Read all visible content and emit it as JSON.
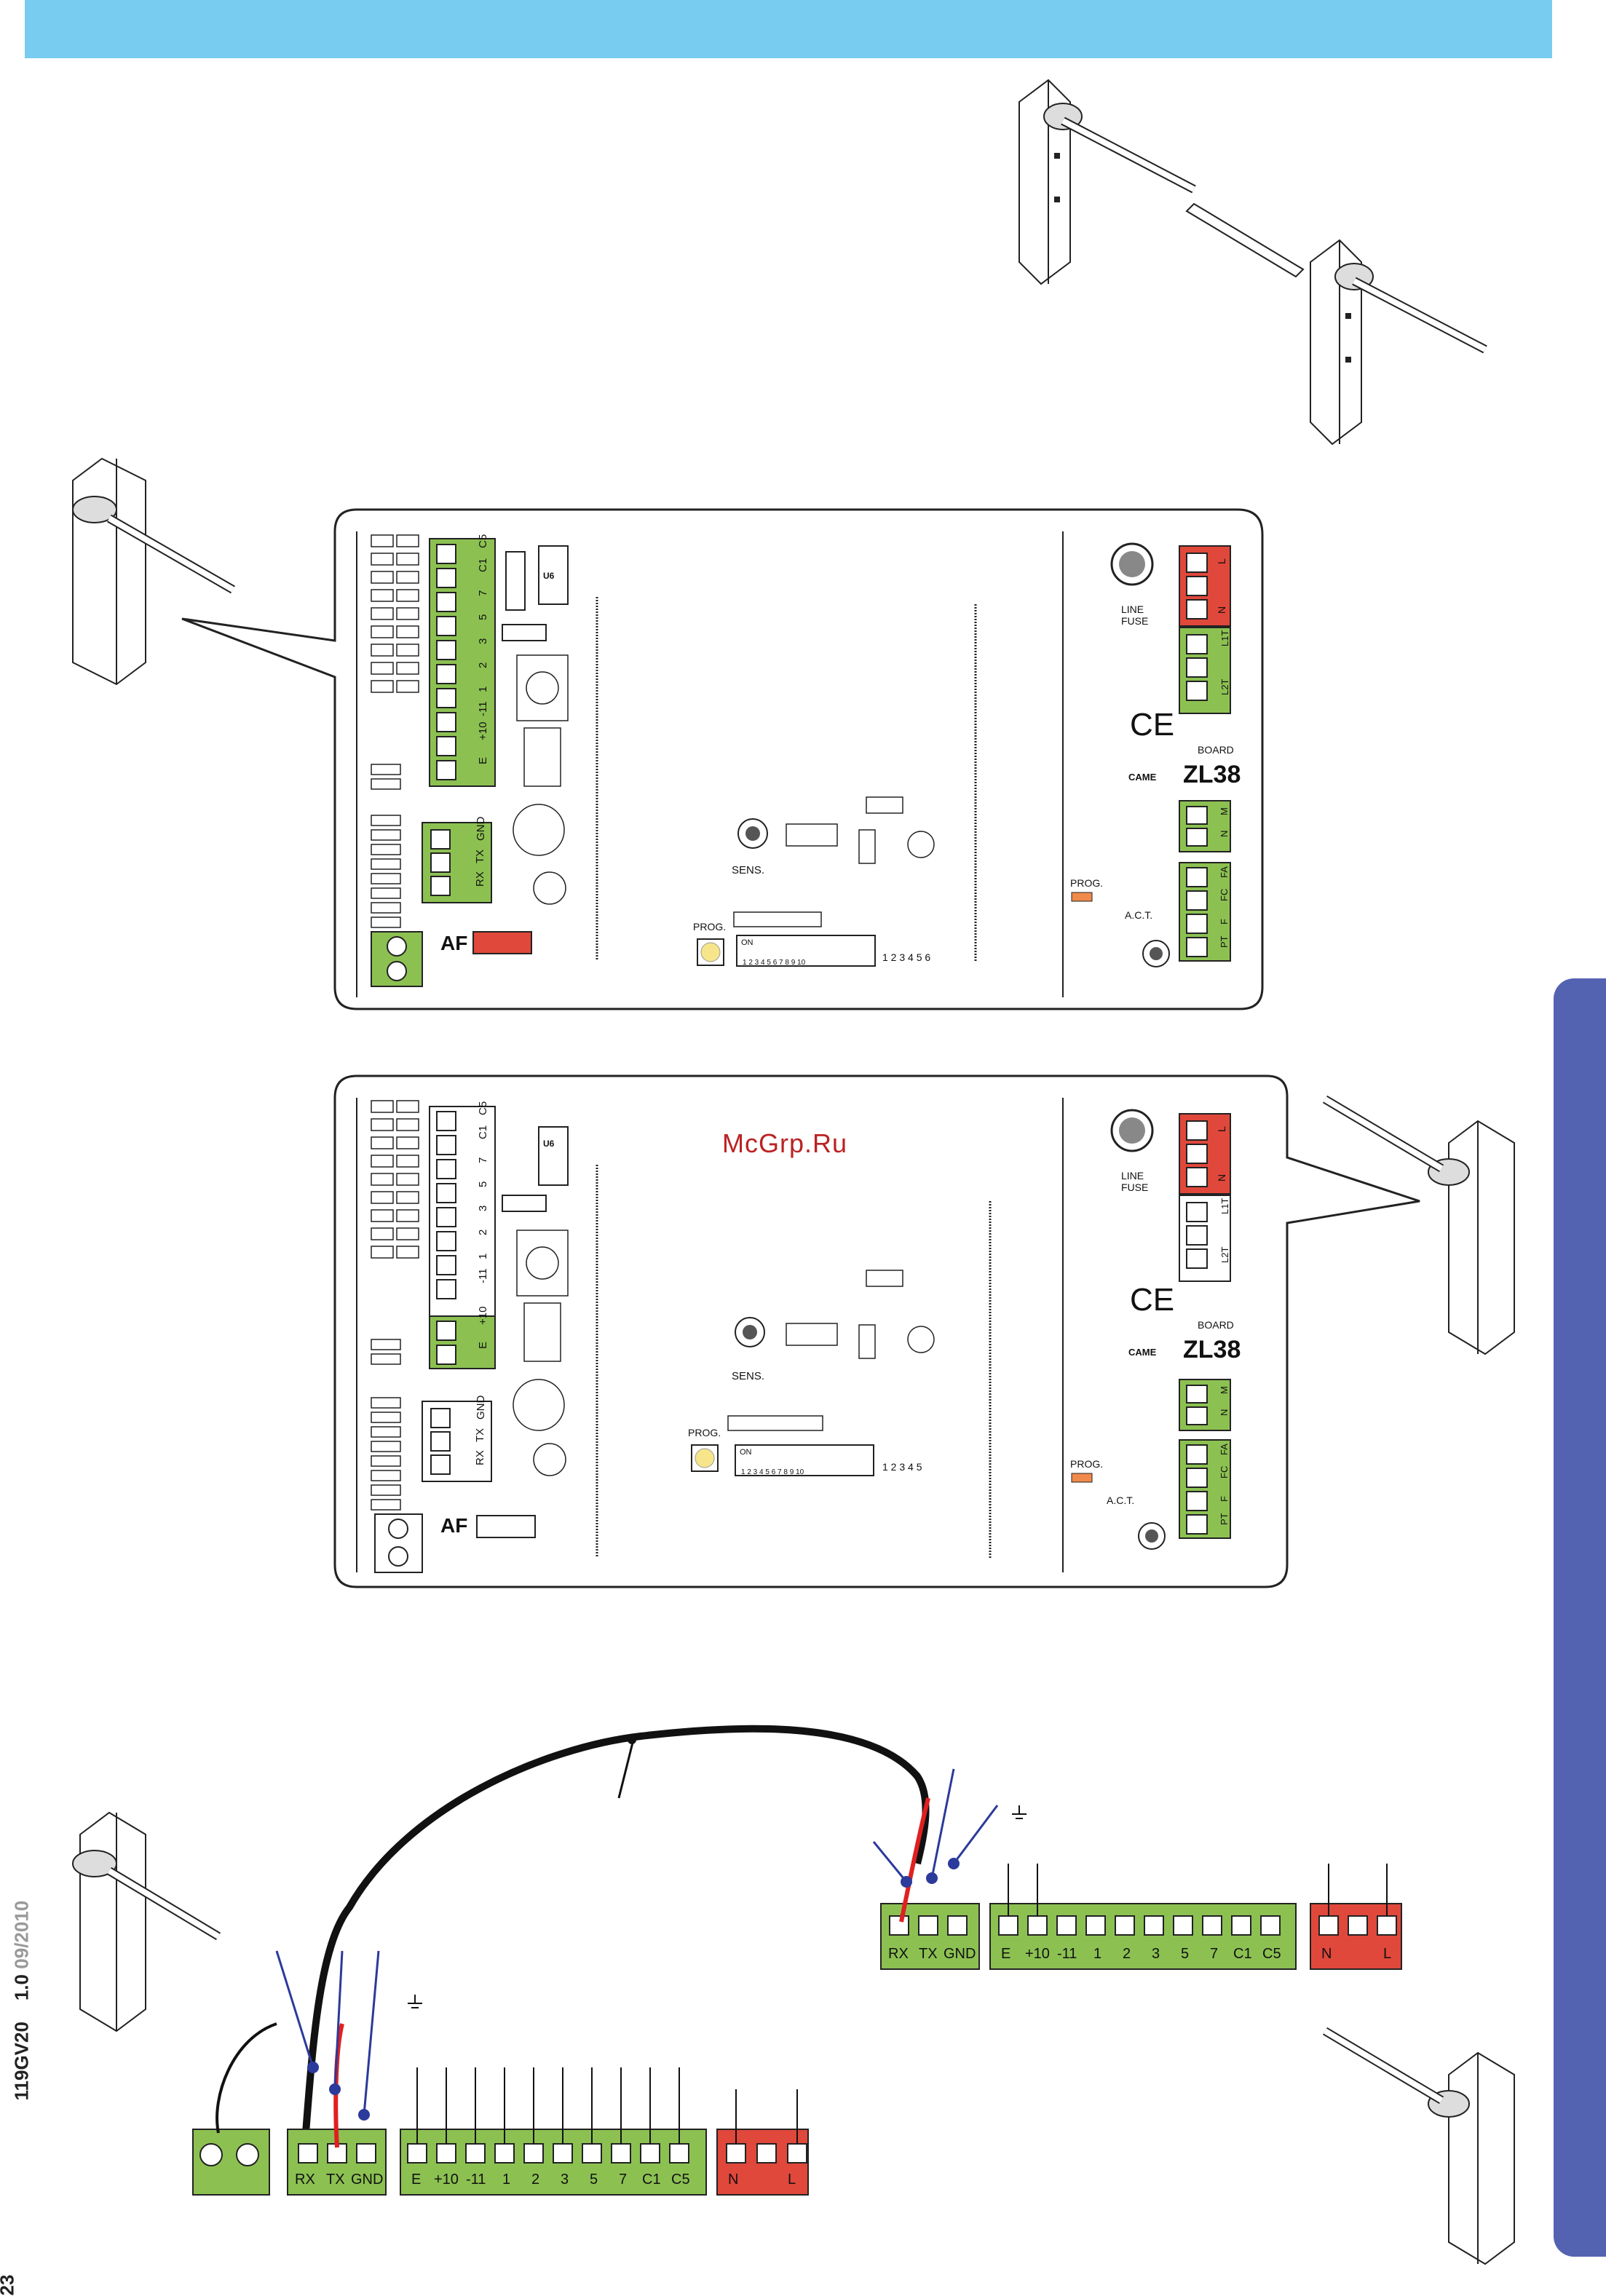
{
  "watermark": "McGrp.Ru",
  "footer": {
    "page": "23",
    "doc": "119GV20",
    "version": "1.0",
    "date": "09/2010"
  },
  "board": {
    "brand": "CAME",
    "board_word": "BOARD",
    "model": "ZL38",
    "fuse_line1": "LINE",
    "fuse_line2": "FUSE",
    "sens": "SENS.",
    "prog": "PROG.",
    "act": "A.C.T.",
    "af": "AF",
    "u6": "U6",
    "on": "ON",
    "dip_numbers": "1 2 3 4 5 6 7 8 9 10",
    "dip_tail_a": "1 2 3 4 5 6",
    "dip_tail_b": "1 2 3 4 5",
    "left_terminals": [
      "C5",
      "C1",
      "7",
      "5",
      "3",
      "2",
      "1",
      "-11",
      "+10",
      "E"
    ],
    "serial_terminals": [
      "GND",
      "TX",
      "RX"
    ],
    "mains_terminals": [
      "L",
      "N"
    ],
    "lamp_terminals": [
      "L1T",
      "L2T"
    ],
    "motor_terminals": [
      "M",
      "N"
    ],
    "limit_terminals": [
      "FA",
      "FC",
      "F",
      "PT"
    ]
  },
  "wiring": {
    "serial": [
      "RX",
      "TX",
      "GND"
    ],
    "control": [
      "E",
      "+10",
      "-11",
      "1",
      "2",
      "3",
      "5",
      "7",
      "C1",
      "C5"
    ],
    "mains": [
      "N",
      "L"
    ]
  },
  "colors": {
    "top_bar": "#78ccf0",
    "side_tab": "#5462b2",
    "terminal_green": "#8cc152",
    "terminal_red": "#e0483b",
    "wire_red": "#e02020",
    "marker_blue": "#2b3a9b"
  }
}
